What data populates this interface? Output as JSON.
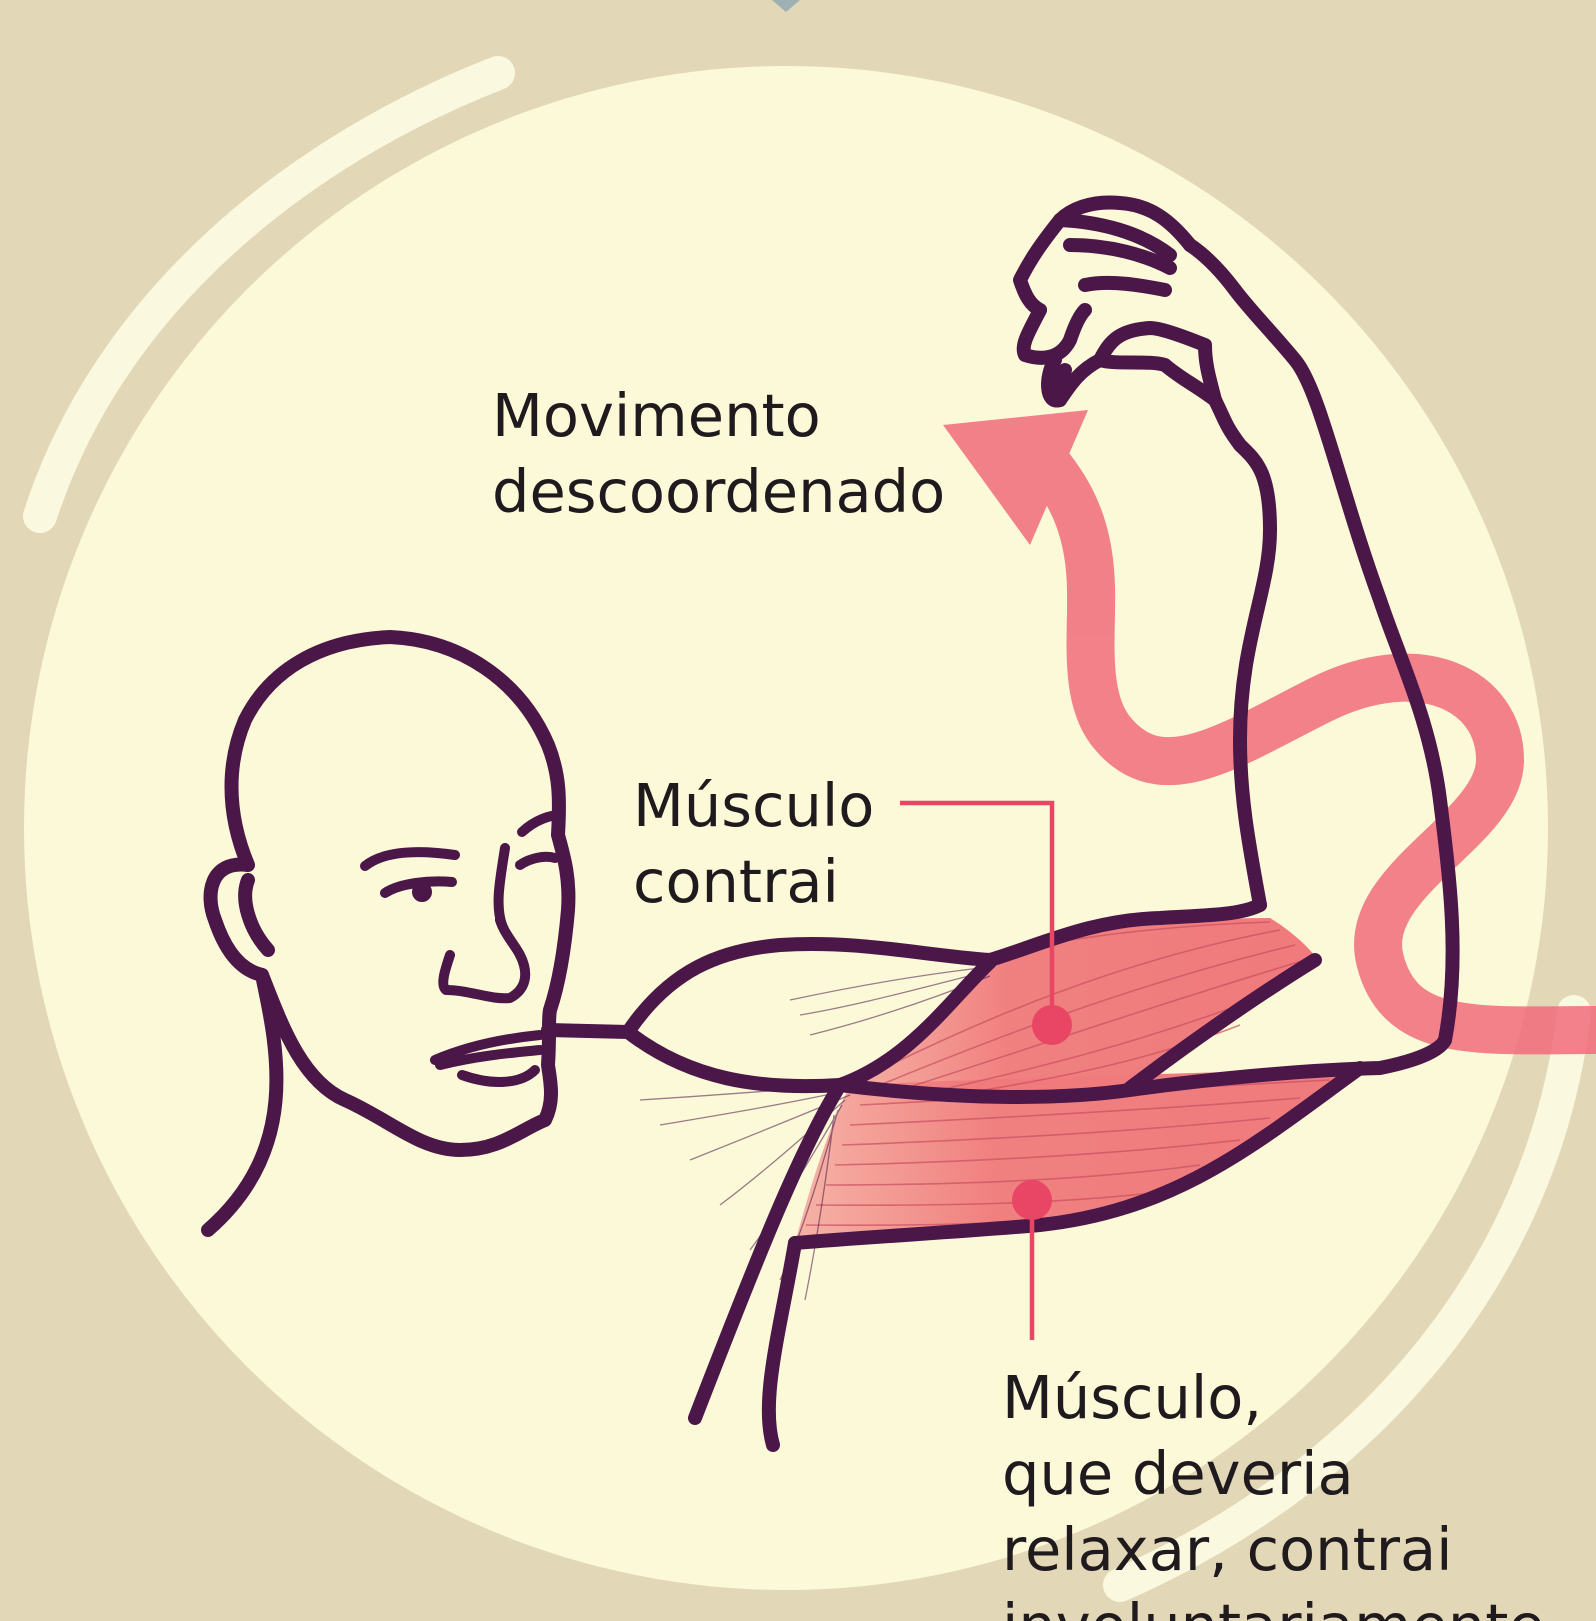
{
  "labels": {
    "movement": [
      "Movimento",
      "descoordenado"
    ],
    "contracting_muscle": [
      "Músculo",
      "contrai"
    ],
    "relaxing_muscle": [
      "Músculo,",
      "que deveria",
      "relaxar, contrai",
      "involuntariamente"
    ]
  },
  "colors": {
    "background": "#e2d7b6",
    "circle": "#fcf9d8",
    "outline": "#4b1648",
    "muscle": "#f07a7c",
    "arrow": "#f0707e",
    "marker": "#e84664",
    "arc": "#fbf8e0",
    "text": "#1f1a1d"
  }
}
